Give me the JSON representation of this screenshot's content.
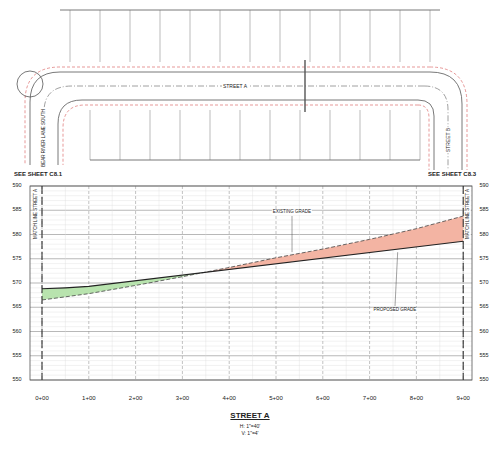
{
  "diagram": {
    "title": "STREET A",
    "labels": [
      "SEE SHEET C8.1",
      "SEE SHEET C8.3",
      "STREET A",
      "STREET B",
      "BEAR RIVER LANE SOUTH",
      "590",
      "585",
      "580",
      "575",
      "570",
      "565",
      "560",
      "555",
      "550",
      "590",
      "585",
      "580",
      "575",
      "570",
      "565",
      "560",
      "555",
      "550",
      "0+00",
      "1+00",
      "2+00",
      "3+00",
      "4+00",
      "5+00",
      "6+00",
      "7+00",
      "8+00",
      "9+00",
      "EXISTING GRADE",
      "PROPOSED GRADE",
      "MATCH LINE STREET A",
      "MATCH LINE STREET A",
      "H: 1\"=40'",
      "V: 1\"=4'"
    ]
  }
}
